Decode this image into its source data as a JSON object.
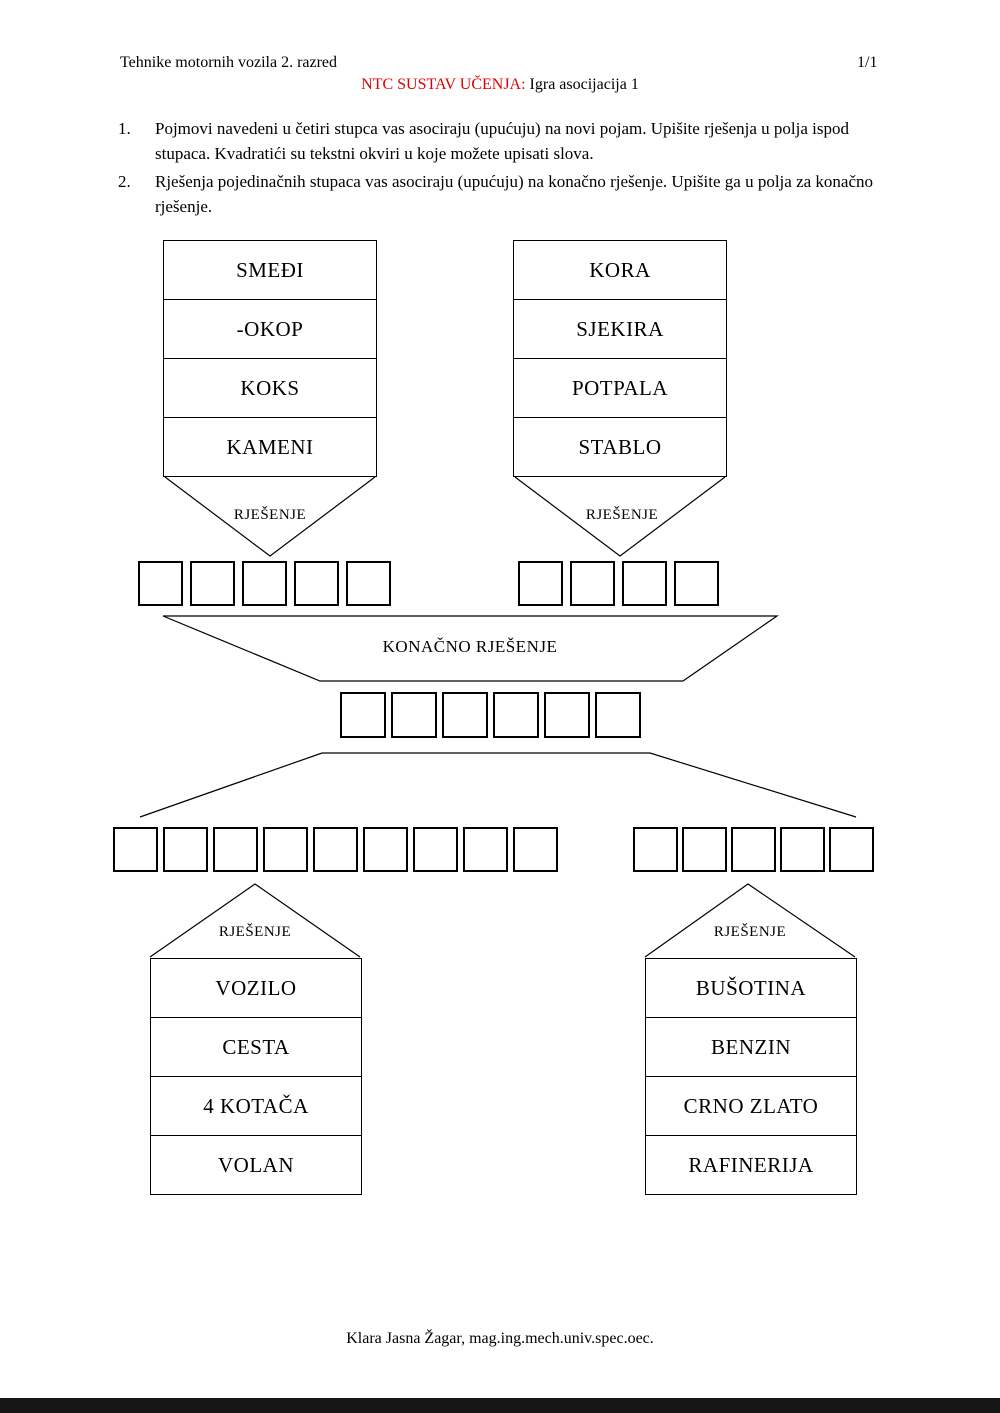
{
  "colors": {
    "accent_red": "#e00000",
    "ink": "#000000"
  },
  "header": {
    "course": "Tehnike motornih vozila 2. razred",
    "page_number": "1/1",
    "title_red": "NTC SUSTAV UČENJA:",
    "title_rest": " Igra asocijacija 1"
  },
  "instructions": [
    {
      "num": "1.",
      "text": "Pojmovi navedeni u četiri stupca vas asociraju (upućuju) na novi pojam. Upišite rješenja u polja ispod stupaca. Kvadratići su tekstni okviri u koje možete upisati slova."
    },
    {
      "num": "2.",
      "text": "Rješenja pojedinačnih stupaca vas asociraju (upućuju) na konačno rješenje. Upišite ga u polja za konačno rješenje."
    }
  ],
  "labels": {
    "solution": "RJEŠENJE",
    "final_solution": "KONAČNO RJEŠENJE"
  },
  "groups": {
    "top_left": {
      "items": [
        "SMEĐI",
        "-OKOP",
        "KOKS",
        "KAMENI"
      ],
      "answer_boxes": 5
    },
    "top_right": {
      "items": [
        "KORA",
        "SJEKIRA",
        "POTPALA",
        "STABLO"
      ],
      "answer_boxes": 4
    },
    "bottom_left": {
      "items": [
        "VOZILO",
        "CESTA",
        "4 KOTAČA",
        "VOLAN"
      ],
      "answer_boxes": 9
    },
    "bottom_right": {
      "items": [
        "BUŠOTINA",
        "BENZIN",
        "CRNO ZLATO",
        "RAFINERIJA"
      ],
      "answer_boxes": 5
    }
  },
  "final_answer_boxes": 6,
  "footer": {
    "author": "Klara Jasna Žagar, mag.ing.mech.univ.spec.oec."
  }
}
